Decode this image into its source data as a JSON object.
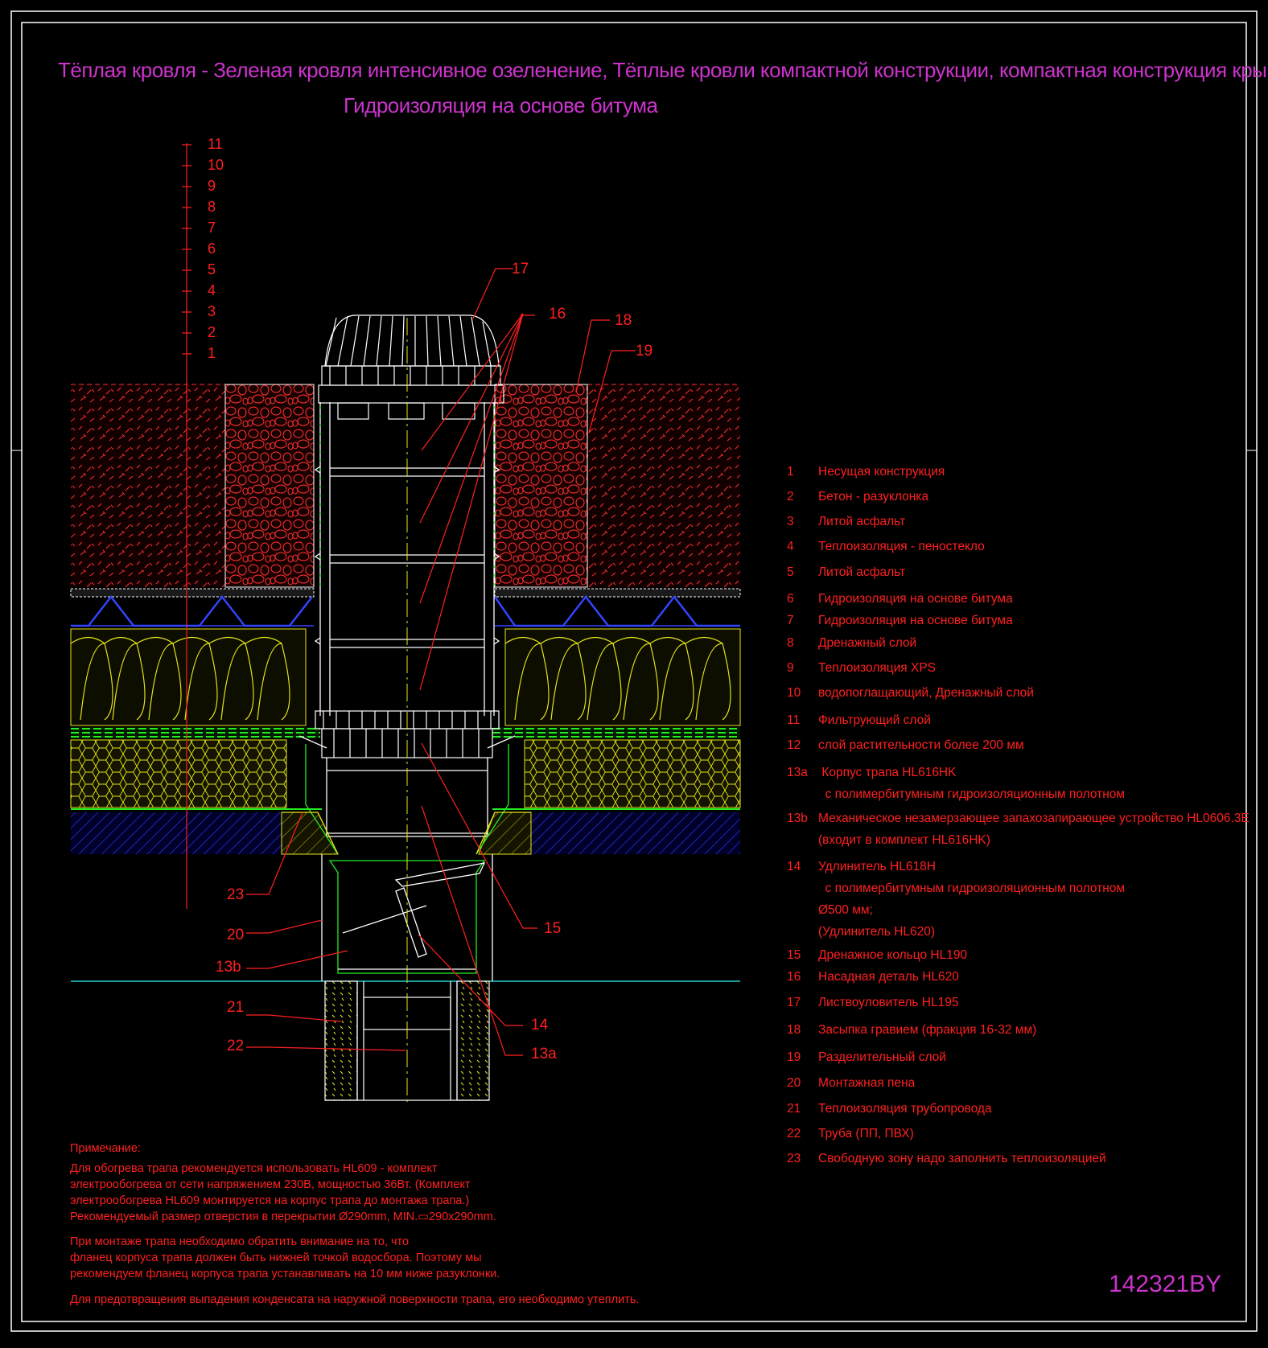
{
  "title": {
    "line1": "Тёплая кровля - Зеленая кровля интенсивное озеленение, Тёплые кровли компактной конструкции, компактная конструкция крыши",
    "line2": "Гидроизоляция на основе битума"
  },
  "layer_ticks": [
    "11",
    "10",
    "9",
    "8",
    "7",
    "6",
    "5",
    "4",
    "3",
    "2",
    "1"
  ],
  "callouts": {
    "c17": "17",
    "c16": "16",
    "c18": "18",
    "c19": "19",
    "c23": "23",
    "c20": "20",
    "c13b": "13b",
    "c21": "21",
    "c22": "22",
    "c15": "15",
    "c14": "14",
    "c13a": "13a"
  },
  "legend": [
    {
      "num": "1",
      "lines": [
        "Несущая конструкция"
      ]
    },
    {
      "num": "2",
      "lines": [
        "Бетон - разуклонка"
      ]
    },
    {
      "num": "3",
      "lines": [
        "Литой асфальт"
      ]
    },
    {
      "num": "4",
      "lines": [
        "Теплоизоляция - пеностекло"
      ]
    },
    {
      "num": "5",
      "lines": [
        "Литой асфальт"
      ]
    },
    {
      "num": "6",
      "lines": [
        "Гидроизоляция на основе битума"
      ]
    },
    {
      "num": "7",
      "lines": [
        "Гидроизоляция на основе битума"
      ]
    },
    {
      "num": "8",
      "lines": [
        "Дренажный слой"
      ]
    },
    {
      "num": "9",
      "lines": [
        "Теплоизоляция XPS"
      ]
    },
    {
      "num": "10",
      "lines": [
        "водопоглащающий, Дренажный слой"
      ]
    },
    {
      "num": "11",
      "lines": [
        "Фильтрующий слой"
      ]
    },
    {
      "num": "12",
      "lines": [
        "слой растительности более 200 мм"
      ]
    },
    {
      "num": "13a",
      "lines": [
        " Корпус трапа HL616HK",
        "  с полимербитумным гидроизоляционным полотном"
      ]
    },
    {
      "num": "13b",
      "lines": [
        "Механическое незамерзающее запахозапирающее устройство HL0606.3E",
        "(входит в комплект HL616HK)"
      ]
    },
    {
      "num": "14",
      "lines": [
        "Удлинитель HL618H",
        "  с полимербитумным гидроизоляционным полотном",
        "Ø500 мм;",
        "(Удлинитель HL620)"
      ]
    },
    {
      "num": "15",
      "lines": [
        "Дренажное кольцо HL190"
      ]
    },
    {
      "num": "16",
      "lines": [
        "Насадная деталь HL620"
      ]
    },
    {
      "num": "17",
      "lines": [
        "Листвоуловитель HL195"
      ]
    },
    {
      "num": "18",
      "lines": [
        "Засыпка гравием (фракция 16-32 мм)"
      ]
    },
    {
      "num": "19",
      "lines": [
        "Разделительный слой"
      ]
    },
    {
      "num": "20",
      "lines": [
        "Монтажная пена"
      ]
    },
    {
      "num": "21",
      "lines": [
        "Теплоизоляция трубопровода"
      ]
    },
    {
      "num": "22",
      "lines": [
        "Труба (ПП, ПВХ)"
      ]
    },
    {
      "num": "23",
      "lines": [
        "Свободную зону надо заполнить теплоизоляцией"
      ]
    }
  ],
  "note": {
    "heading": "Примечание:",
    "p1": [
      "Для обогрева трапа рекомендуется использовать HL609 - комплект",
      "электрообогрева от сети напряжением 230В, мощностью 36Вт. (Комплект",
      "электрообогрева HL609 монтируется на корпус трапа до монтажа трапа.)",
      "Рекомендуемый размер отверстия в перекрытии Ø290mm, MIN.▭290x290mm."
    ],
    "p2": [
      "При монтаже трапа необходимо обратить внимание на то, что",
      "фланец корпуса трапа должен быть нижней точкой водосбора. Поэтому мы",
      "рекомендуем фланец корпуса трапа устанавливать на 10 мм ниже разуклонки."
    ],
    "p3": "Для предотвращения выпадения конденсата на наружной поверхности трапа, его необходимо утеплить."
  },
  "drawing_code": "142321BY",
  "colors": {
    "background": "#000000",
    "frame": "#ffffff",
    "title": "#cc33cc",
    "labels": "#ff2020",
    "membrane": "#22ee22",
    "insulation": "#e6e61a",
    "concrete_hatch": "#3344ff",
    "gravel": "#ff3030"
  }
}
